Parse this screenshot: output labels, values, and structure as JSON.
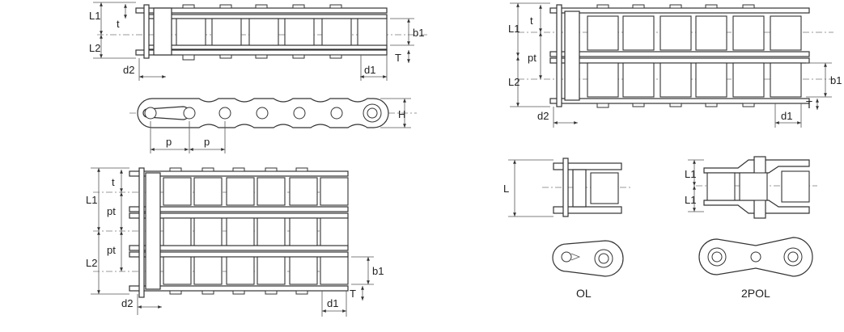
{
  "dimensions": {
    "L1": "L1",
    "L2": "L2",
    "L": "L",
    "t": "t",
    "pt": "pt",
    "T": "T",
    "b1": "b1",
    "d1": "d1",
    "d2": "d2",
    "H": "H",
    "p": "p"
  },
  "captions": {
    "ol": "OL",
    "twopol": "2POL"
  }
}
